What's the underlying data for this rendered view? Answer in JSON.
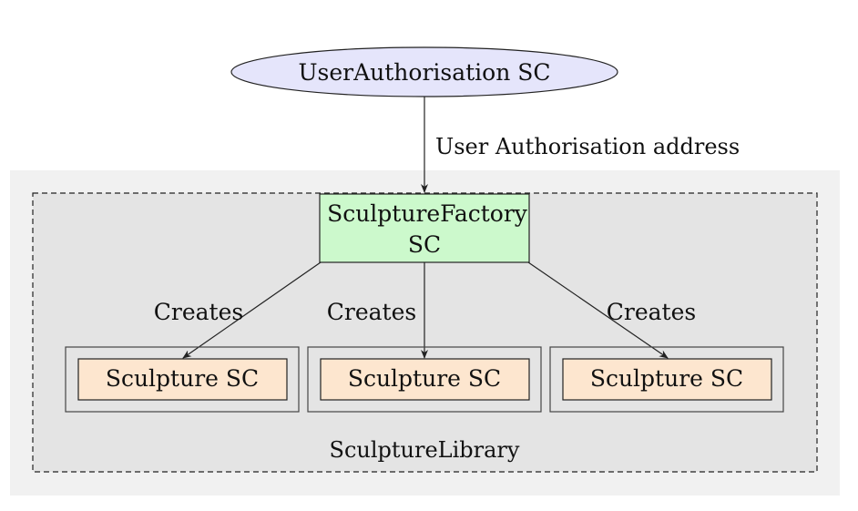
{
  "nodes": {
    "user_auth": {
      "label": "UserAuthorisation SC"
    },
    "factory": {
      "label_line1": "SculptureFactory",
      "label_line2": "SC"
    },
    "sculptures": [
      {
        "label": "Sculpture SC"
      },
      {
        "label": "Sculpture SC"
      },
      {
        "label": "Sculpture SC"
      }
    ]
  },
  "edges": {
    "auth_to_factory": {
      "label": "User Authorisation address"
    },
    "creates": [
      {
        "label": "Creates"
      },
      {
        "label": "Creates"
      },
      {
        "label": "Creates"
      }
    ]
  },
  "group": {
    "label": "SculptureLibrary"
  },
  "colors": {
    "outer_bg": "#f1f1f1",
    "group_bg": "#e4e4e4",
    "ellipse_fill": "#e5e5fb",
    "factory_fill": "#ccf9cc",
    "sculpture_fill": "#fde6cf",
    "stroke": "#222222"
  }
}
